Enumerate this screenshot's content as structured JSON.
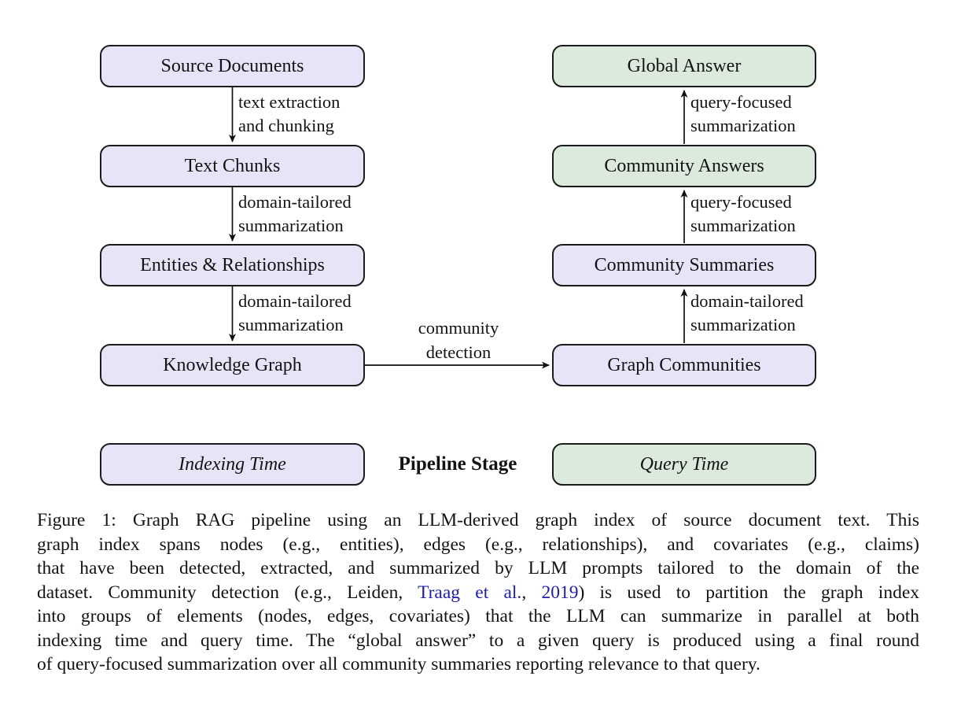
{
  "colors": {
    "indexing_fill": "#E6E5F8",
    "query_fill": "#DCEADD",
    "border": "#1B1B1B",
    "text": "#131313",
    "link": "#1E1EA8",
    "arrow": "#111111"
  },
  "diagram": {
    "indexing_column": {
      "boxes": [
        {
          "label": "Source Documents",
          "fill": "indexing_fill"
        },
        {
          "label": "Text Chunks",
          "fill": "indexing_fill"
        },
        {
          "label": "Entities & Relationships",
          "fill": "indexing_fill"
        },
        {
          "label": "Knowledge Graph",
          "fill": "indexing_fill"
        }
      ],
      "edges": [
        {
          "line1": "text extraction",
          "line2": "and chunking"
        },
        {
          "line1": "domain-tailored",
          "line2": "summarization"
        },
        {
          "line1": "domain-tailored",
          "line2": "summarization"
        }
      ]
    },
    "query_column": {
      "boxes": [
        {
          "label": "Global Answer",
          "fill": "query_fill"
        },
        {
          "label": "Community Answers",
          "fill": "query_fill"
        },
        {
          "label": "Community Summaries",
          "fill": "indexing_fill"
        },
        {
          "label": "Graph Communities",
          "fill": "indexing_fill"
        }
      ],
      "edges": [
        {
          "line1": "query-focused",
          "line2": "summarization"
        },
        {
          "line1": "query-focused",
          "line2": "summarization"
        },
        {
          "line1": "domain-tailored",
          "line2": "summarization"
        }
      ]
    },
    "cross_edge": {
      "line1": "community",
      "line2": "detection"
    },
    "legend": {
      "indexing_label": "Indexing Time",
      "center_label": "Pipeline Stage",
      "query_label": "Query Time"
    }
  },
  "caption": {
    "lines": [
      {
        "justify": true,
        "segments": [
          {
            "text": "Figure 1: Graph RAG pipeline using an LLM-derived graph index of source document text. This"
          }
        ]
      },
      {
        "justify": true,
        "segments": [
          {
            "text": "graph index spans nodes (e.g., entities), edges (e.g., relationships), and covariates (e.g., claims)"
          }
        ]
      },
      {
        "justify": true,
        "segments": [
          {
            "text": "that have been detected, extracted, and summarized by LLM prompts tailored to the domain of the"
          }
        ]
      },
      {
        "justify": true,
        "segments": [
          {
            "text": "dataset. Community detection (e.g., Leiden, "
          },
          {
            "text": "Traag et al.",
            "link": true
          },
          {
            "text": ", "
          },
          {
            "text": "2019",
            "link": true
          },
          {
            "text": ") is used to partition the graph index"
          }
        ]
      },
      {
        "justify": true,
        "segments": [
          {
            "text": "into groups of elements (nodes, edges, covariates) that the LLM can summarize in parallel at both"
          }
        ]
      },
      {
        "justify": true,
        "segments": [
          {
            "text": "indexing time and query time. The “global answer” to a given query is produced using a final round"
          }
        ]
      },
      {
        "justify": false,
        "segments": [
          {
            "text": "of query-focused summarization over all community summaries reporting relevance to that query."
          }
        ]
      }
    ]
  }
}
